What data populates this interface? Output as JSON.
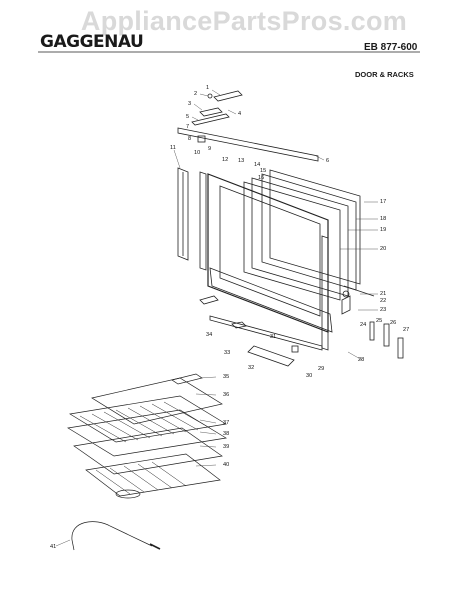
{
  "header": {
    "watermark": "AppliancePartsPros.com",
    "brand": "GAGGENAU",
    "model": "EB 877-600",
    "section": "DOOR & RACKS"
  },
  "callouts": [
    "1",
    "2",
    "3",
    "4",
    "5",
    "6",
    "7",
    "8",
    "9",
    "10",
    "11",
    "12",
    "13",
    "14",
    "15",
    "16",
    "17",
    "18",
    "19",
    "20",
    "21",
    "22",
    "23",
    "24",
    "25",
    "26",
    "27",
    "28",
    "29",
    "30",
    "31",
    "32",
    "33",
    "34",
    "35",
    "36",
    "37",
    "38",
    "39",
    "40",
    "41"
  ]
}
